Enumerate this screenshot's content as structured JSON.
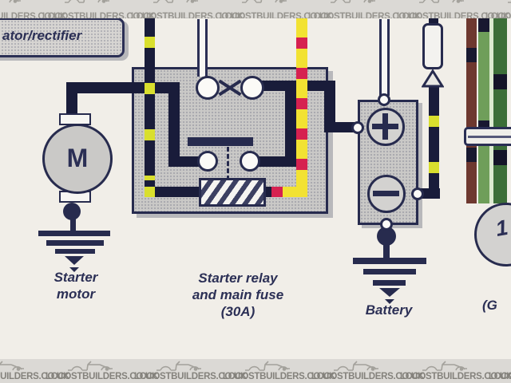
{
  "watermark": {
    "text": "LOCOSTBUILDERS.CO.UK"
  },
  "diagram": {
    "regulator_label": "ator/rectifier",
    "starter_motor": {
      "symbol": "M",
      "label_line1": "Starter",
      "label_line2": "motor"
    },
    "relay": {
      "label_line1": "Starter relay",
      "label_line2": "and main fuse",
      "label_line3": "(30A)"
    },
    "battery": {
      "label": "Battery",
      "plus": "+",
      "minus": "−"
    },
    "gauge": {
      "digit": "1",
      "partial_label": "(G"
    },
    "wire_colors": {
      "black": "#191c3a",
      "yellow": "#d9df2e",
      "red": "#d62150",
      "maroon": "#6e382f",
      "green": "#6f9e5a",
      "dark_green": "#3c6e38",
      "white": "#f7f6f3"
    }
  }
}
